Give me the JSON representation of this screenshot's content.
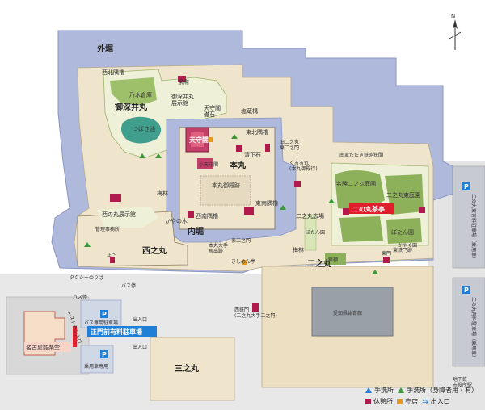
{
  "north": "N",
  "zones": {
    "sotobori": "外堀",
    "ofukei_maru": "御深井丸",
    "honmaru": "本丸",
    "ninomaru": "二之丸",
    "ninomaru2": "二之丸",
    "nishinomaru": "西之丸",
    "naibori": "内堀",
    "sannomaru": "三之丸"
  },
  "places": {
    "seihoku_sumiyagura": "西北隅櫓",
    "chasitsu": "茶席",
    "nogi_soko": "乃木倉庫",
    "ofukei_tenjikan": "御深井丸\n展示館",
    "tsubasaike": "つばさ池",
    "tenshukaku_ishizue": "天守閣\n礎石",
    "tenshukaku": "天守閣",
    "kotenshu": "小天守閣",
    "shiohi_yagura": "塩蔵構",
    "tohoku_sumiyagura": "東北隅櫓",
    "kiyomasa_ishi": "清正石",
    "higashi_ninomon": "旧二之丸\n東二之門",
    "kururuma_shuttle": "くるる丸\n(本丸御殿行)",
    "minami_sekai": "南蛮たたき鉄砲狭間",
    "honmaru_goten": "本丸御殿跡",
    "seinan_sumiyagura": "西南隅櫓",
    "tonan_sumiyagura": "東南隅櫓",
    "ninomaru_tenjikan": "西の丸展示館",
    "kaya_no_ki": "かやの木",
    "kanri_jimusho": "管理事務所",
    "baibayashi": "梅林",
    "baibayashi2": "梅林",
    "omote_ninomon": "表二之門",
    "honmaru_otemon": "本丸大手\n馬出跡",
    "kishimen_tei": "きしめん亭",
    "meisho_ninomaru_teien": "名勝二之丸庭園",
    "ninomaru_higashi_teien": "二之丸東庭園",
    "ninomaru_chatei": "二の丸茶亭",
    "ninomaru_hiroba": "二之丸広場",
    "botan_en": "ぼたん園",
    "botan_en2": "ぼたん園",
    "kaya_no_ki2": "かやぐ園",
    "fujidana": "藤棚",
    "tomon": "東門",
    "higashi_tetsumon": "東鉄門跡",
    "seimon": "正門",
    "nishi_tetsumon": "西鉄門\n(二之丸大手二之門)",
    "aichi_gym": "愛知県体育館",
    "taxi": "タクシーのりば",
    "bus_stop": "バス停",
    "bus_stop2": "バス停",
    "nohgakudo": "名古屋能楽堂",
    "restaurant": "レストラン入口",
    "bus_parking": "バス専用駐車場",
    "car_parking": "乗用車専用",
    "seimon_parking": "正門前有料駐車場",
    "entry1": "出入口",
    "entry2": "出入口",
    "ninomaru_east_parking": "二の丸東有料駐車場（乗用車）",
    "ninomaru_parking": "二の丸有料駐車場（乗用車）",
    "subway": "地下鉄\n市役所駅",
    "p": "P"
  },
  "legend": [
    {
      "icon": "restroom",
      "label": "手洗所"
    },
    {
      "icon": "restroom-accessible",
      "label": "手洗所（身障者用・有）"
    },
    {
      "icon": "rest-area",
      "label": "休憩所"
    },
    {
      "icon": "shop",
      "label": "売店"
    },
    {
      "icon": "entrance",
      "label": "出入口"
    }
  ],
  "colors": {
    "moat": "#aeb9dc",
    "moat_edge": "#8b96c4",
    "ground": "#efe4cc",
    "road": "#e1e1e1",
    "grass": "#8db05a",
    "pond": "#3f9e8c",
    "accent_red": "#e01e2b",
    "parking_blue": "#1f7fd6",
    "rest": "#b01a4c",
    "shop": "#e39a1e"
  }
}
